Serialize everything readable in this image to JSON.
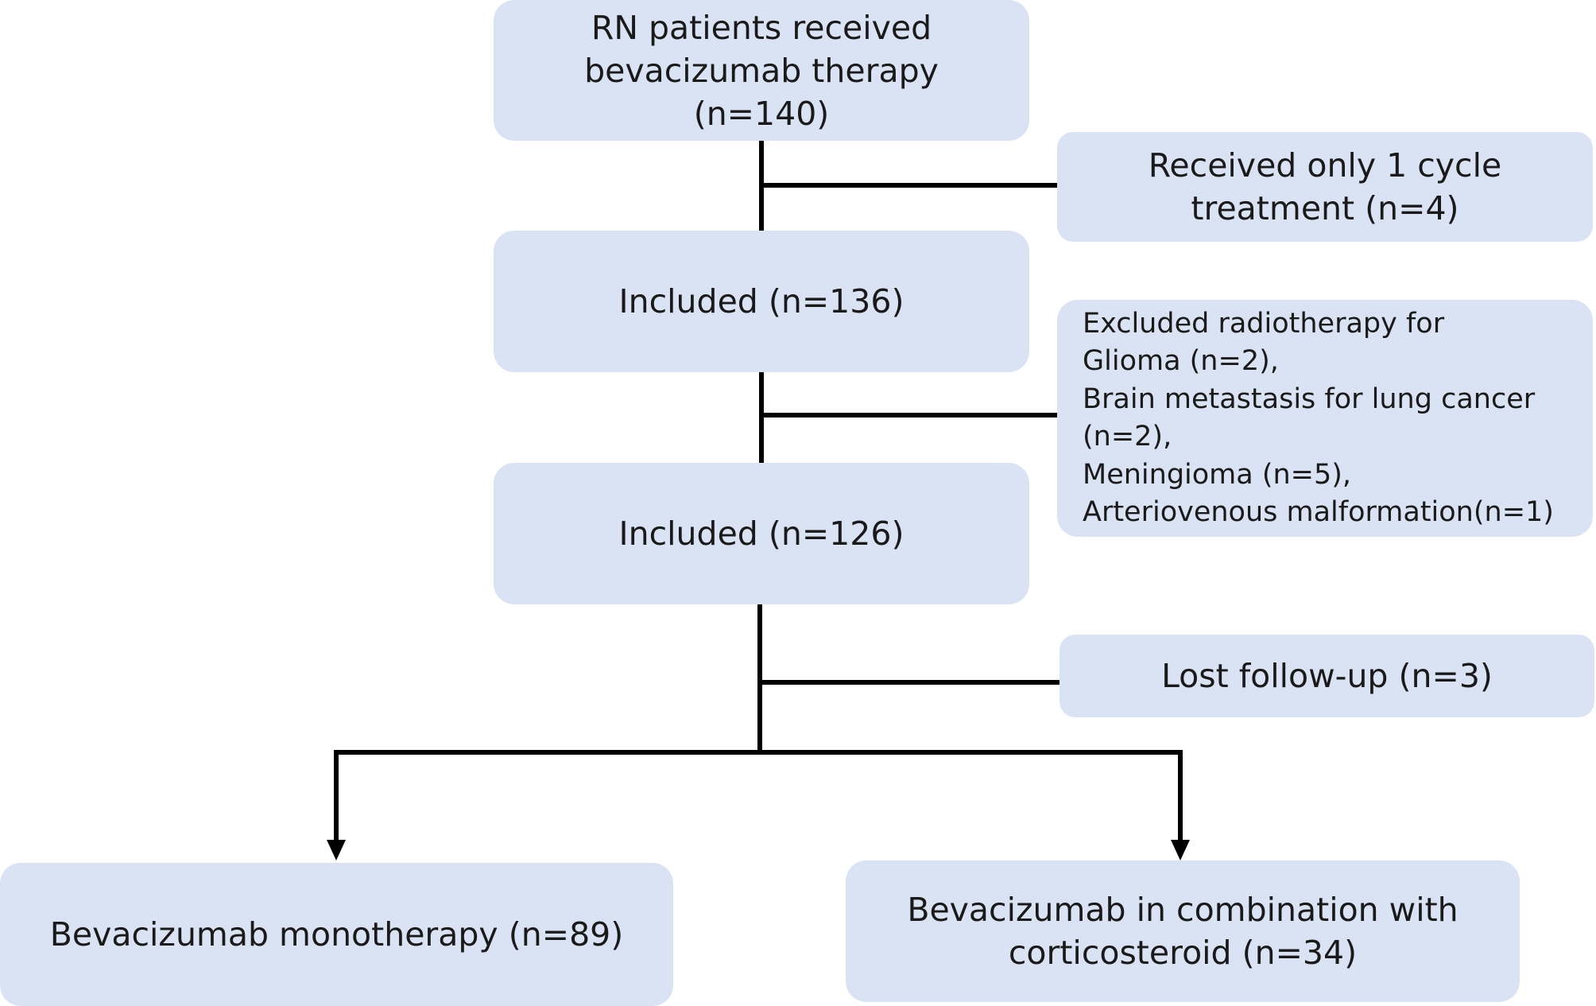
{
  "flowchart": {
    "start": {
      "lines": [
        "RN patients received",
        "bevacizumab therapy",
        "(n=140)"
      ]
    },
    "exclusion_1": {
      "lines": [
        "Received only 1 cycle",
        "treatment (n=4)"
      ]
    },
    "included_1": {
      "lines": [
        "Included (n=136)"
      ]
    },
    "exclusion_2": {
      "lines": [
        "Excluded radiotherapy for",
        "Glioma (n=2),",
        "Brain metastasis for lung cancer",
        "(n=2),",
        "Meningioma (n=5),",
        "Arteriovenous malformation(n=1)"
      ]
    },
    "included_2": {
      "lines": [
        "Included (n=126)"
      ]
    },
    "exclusion_3": {
      "lines": [
        "Lost follow-up (n=3)"
      ]
    },
    "outcome_left": {
      "lines": [
        "Bevacizumab monotherapy (n=89)"
      ]
    },
    "outcome_right": {
      "lines": [
        "Bevacizumab in combination with",
        "corticosteroid (n=34)"
      ]
    }
  },
  "colors": {
    "box_fill": "#dae3f3",
    "line": "#000000",
    "text": "#1a1a1a"
  }
}
